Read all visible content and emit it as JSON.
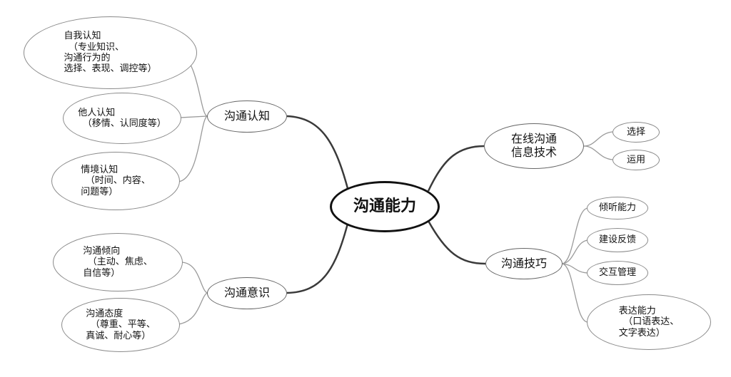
{
  "center": {
    "label": "沟通能力"
  },
  "branches": {
    "cognition": {
      "label": "沟通认知",
      "leaves": [
        "自我认知\n　（专业知识、\n沟通行为的\n选择、表现、调控等）",
        "他人认知\n　（移情、认同度等）",
        "情境认知\n　（时间、内容、\n问题等）"
      ]
    },
    "awareness": {
      "label": "沟通意识",
      "leaves": [
        "沟通倾向\n　（主动、焦虑、\n自信等）",
        "沟通态度\n　（尊重、平等、\n真诚、耐心等）"
      ]
    },
    "online": {
      "label": "在线沟通\n信息技术",
      "leaves": [
        "选择",
        "运用"
      ]
    },
    "skills": {
      "label": "沟通技巧",
      "leaves": [
        "倾听能力",
        "建设反馈",
        "交互管理",
        "表达能力\n　（口语表达、\n文字表达）"
      ]
    }
  },
  "colors": {
    "main_line": "#3a3a3a",
    "leaf_line": "#9a9a9a",
    "node_border": "#8a8a8a"
  }
}
